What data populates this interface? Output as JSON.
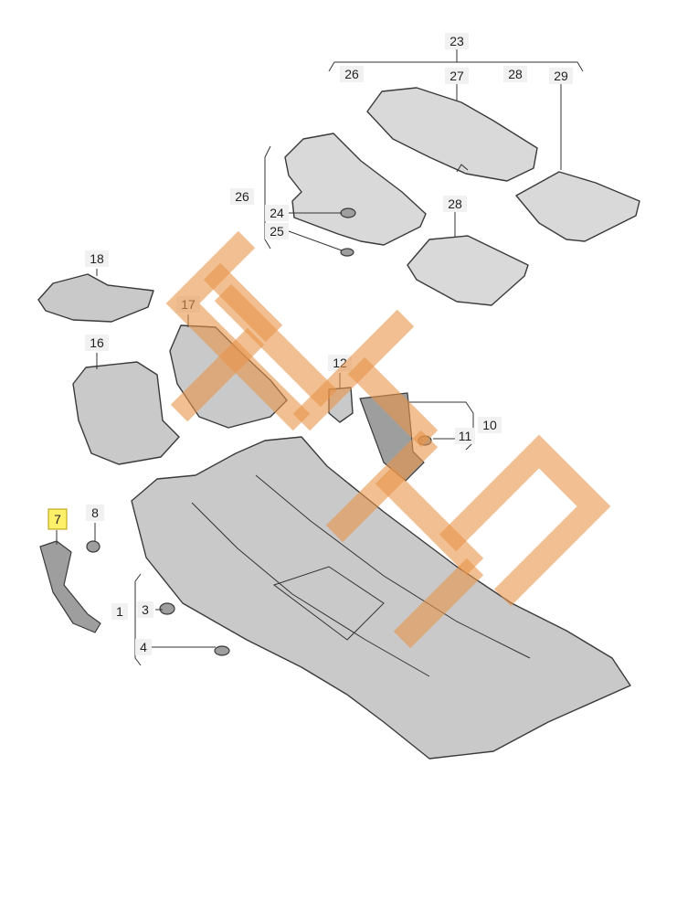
{
  "callouts": {
    "c1": "1",
    "c3": "3",
    "c4": "4",
    "c7": "7",
    "c8": "8",
    "c10": "10",
    "c11": "11",
    "c12": "12",
    "c16": "16",
    "c17": "17",
    "c18": "18",
    "c23": "23",
    "c24": "24",
    "c25": "25",
    "c26_top": "26",
    "c26_side": "26",
    "c27": "27",
    "c28_top": "28",
    "c28_mat": "28",
    "c29": "29"
  },
  "highlighted_callout": "7",
  "colors": {
    "highlight": "#fff06a",
    "watermark": "#e8954a"
  }
}
